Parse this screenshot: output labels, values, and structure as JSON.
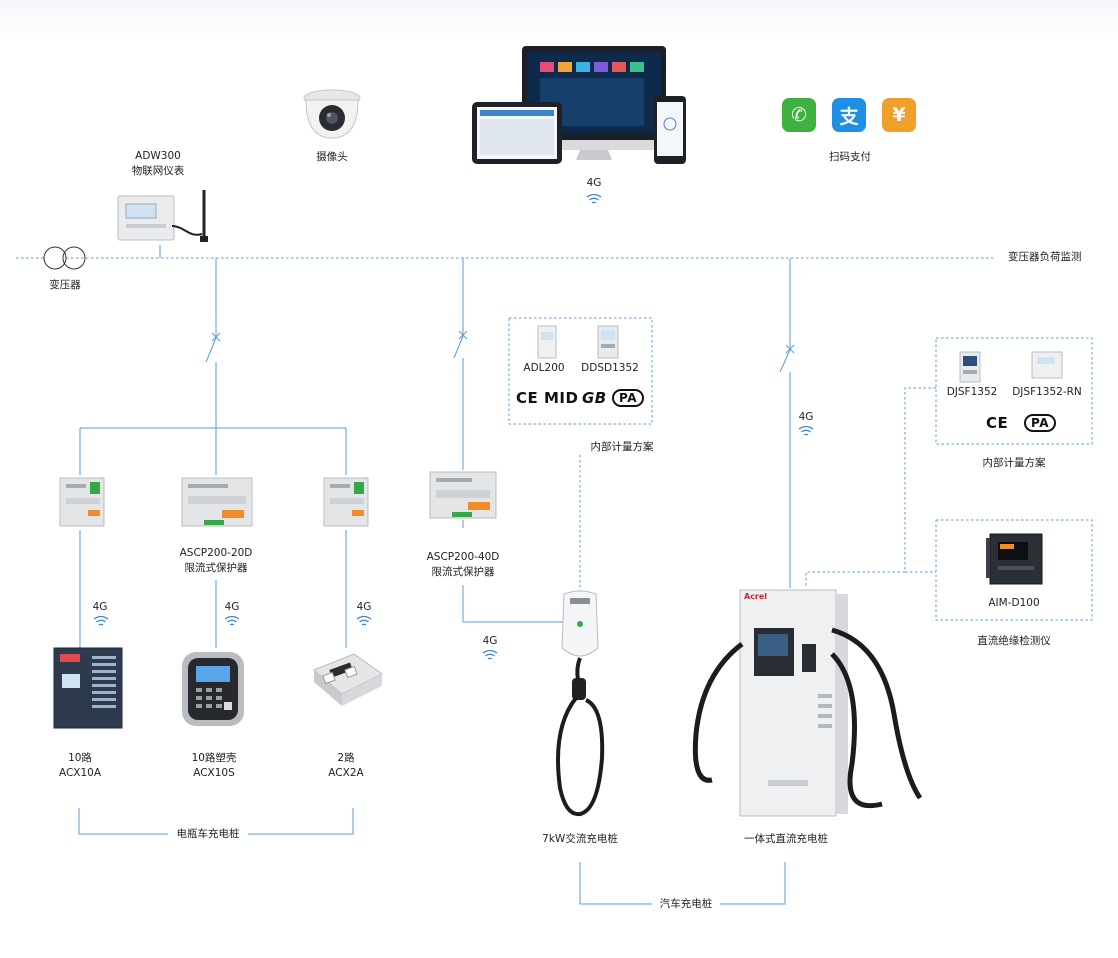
{
  "top_section": {
    "camera_label": "摄像头",
    "pay_label": "扫码支付",
    "platform_net": "4G",
    "meter_model": "ADW300",
    "meter_name": "物联网仪表",
    "transformer_label": "变压器",
    "bus_label": "变压器负荷监测"
  },
  "payment_icons": [
    {
      "name": "wechat-pay-icon",
      "glyph": "✆",
      "color": "#3fb13f"
    },
    {
      "name": "alipay-icon",
      "glyph": "支",
      "color": "#1f8fe5"
    },
    {
      "name": "wallet-pay-icon",
      "glyph": "¥",
      "color": "#f0a02a"
    }
  ],
  "protectors": {
    "a_model": "ASCP200-20D",
    "a_name": "限流式保护器",
    "b_model": "ASCP200-40D",
    "b_name": "限流式保护器"
  },
  "net_labels": {
    "left1": "4G",
    "left2": "4G",
    "left3": "4G",
    "ac": "4G",
    "dc": "4G"
  },
  "ebike_chargers": [
    {
      "line1": "10路",
      "line2": "ACX10A"
    },
    {
      "line1": "10路塑壳",
      "line2": "ACX10S"
    },
    {
      "line1": "2路",
      "line2": "ACX2A"
    }
  ],
  "ebike_group_label": "电瓶车充电桩",
  "metering_box_1": {
    "meter_a": "ADL200",
    "meter_b": "DDSD1352",
    "certs": [
      "CE",
      "MID",
      "GB",
      "PA"
    ],
    "caption": "内部计量方案"
  },
  "metering_box_2": {
    "meter_a": "DJSF1352",
    "meter_b": "DJSF1352-RN",
    "certs": [
      "CE",
      "PA"
    ],
    "caption": "内部计量方案"
  },
  "insulation": {
    "model": "AIM-D100",
    "name": "直流绝缘检测仪"
  },
  "cars": {
    "ac_label": "7kW交流充电桩",
    "dc_label": "一体式直流充电桩",
    "group_label": "汽车充电桩",
    "dc_brand": "Acrel"
  },
  "colors": {
    "line": "#5b9bd5",
    "accent_orange": "#f08c2a",
    "device_grey": "#e2e4e6",
    "dark": "#2b2f36"
  }
}
